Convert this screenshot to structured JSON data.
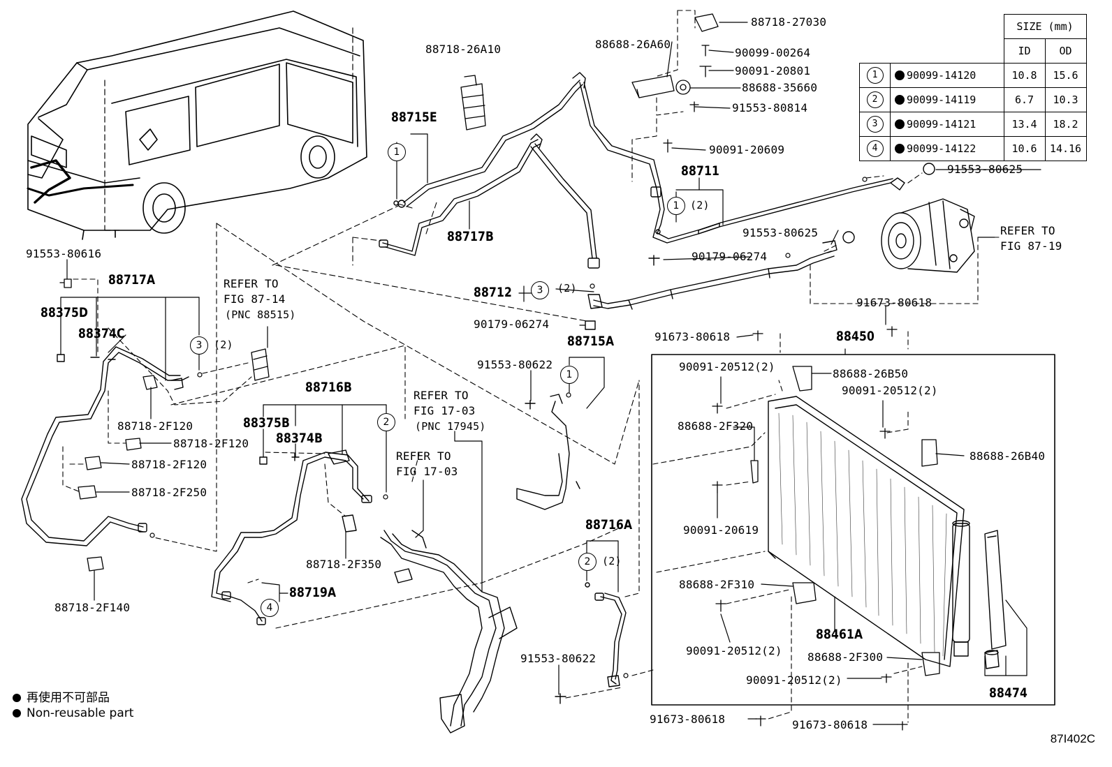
{
  "parts": {
    "p88718_27030": "88718-27030",
    "p88688_26A60": "88688-26A60",
    "p90099_00264": "90099-00264",
    "p90091_20801": "90091-20801",
    "p88688_35660": "88688-35660",
    "p91553_80814": "91553-80814",
    "p90091_20609": "90091-20609",
    "p88718_26A10": "88718-26A10",
    "p88715E": "88715E",
    "p88717B": "88717B",
    "p88711": "88711",
    "p91553_80625a": "91553-80625",
    "p91553_80625b": "91553-80625",
    "p90179_06274a": "90179-06274",
    "refer_87_19a": "REFER TO",
    "refer_87_19b": "FIG 87-19",
    "p88712": "88712",
    "p90179_06274b": "90179-06274",
    "p91673_80618a": "91673-80618",
    "p91673_80618b": "91673-80618",
    "p88715A": "88715A",
    "p91553_80622a": "91553-80622",
    "p88450": "88450",
    "p90091_20512a": "90091-20512(2)",
    "p88688_26B50": "88688-26B50",
    "p90091_20512b": "90091-20512(2)",
    "p88688_2F320": "88688-2F320",
    "p88688_26B40": "88688-26B40",
    "p90091_20619": "90091-20619",
    "p88716A": "88716A",
    "p88688_2F310": "88688-2F310",
    "p90091_20512c": "90091-20512(2)",
    "p88461A": "88461A",
    "p88688_2F300": "88688-2F300",
    "p90091_20512d": "90091-20512(2)",
    "p91553_80622b": "91553-80622",
    "p88474": "88474",
    "p91673_80618c": "91673-80618",
    "p91673_80618d": "91673-80618",
    "p91553_80616": "91553-80616",
    "p88717A": "88717A",
    "p88375D": "88375D",
    "p88374C": "88374C",
    "refer_87_14a": "REFER TO",
    "refer_87_14b": "FIG 87-14",
    "refer_87_14c": "(PNC 88515)",
    "p88718_2F120a": "88718-2F120",
    "p88718_2F120b": "88718-2F120",
    "p88718_2F120c": "88718-2F120",
    "p88718_2F250": "88718-2F250",
    "p88718_2F140": "88718-2F140",
    "p88716B": "88716B",
    "p88375B": "88375B",
    "p88374B": "88374B",
    "refer_17_03a": "REFER TO",
    "refer_17_03b": "FIG 17-03",
    "refer_17_03c": "(PNC 17945)",
    "refer_17_03d": "REFER TO",
    "refer_17_03e": "FIG 17-03",
    "p88718_2F350": "88718-2F350",
    "p88719A": "88719A",
    "qty2": "(2)"
  },
  "size_table": {
    "header_size": "SIZE (mm)",
    "header_id": "ID",
    "header_od": "OD",
    "rows": [
      {
        "no": "1",
        "part": "90099-14120",
        "id": "10.8",
        "od": "15.6"
      },
      {
        "no": "2",
        "part": "90099-14119",
        "id": "6.7",
        "od": "10.3"
      },
      {
        "no": "3",
        "part": "90099-14121",
        "id": "13.4",
        "od": "18.2"
      },
      {
        "no": "4",
        "part": "90099-14122",
        "id": "10.6",
        "od": "14.16"
      }
    ]
  },
  "legend": {
    "jp": "再使用不可部品",
    "en": "Non-reusable part"
  },
  "figure_code": "87I402C"
}
